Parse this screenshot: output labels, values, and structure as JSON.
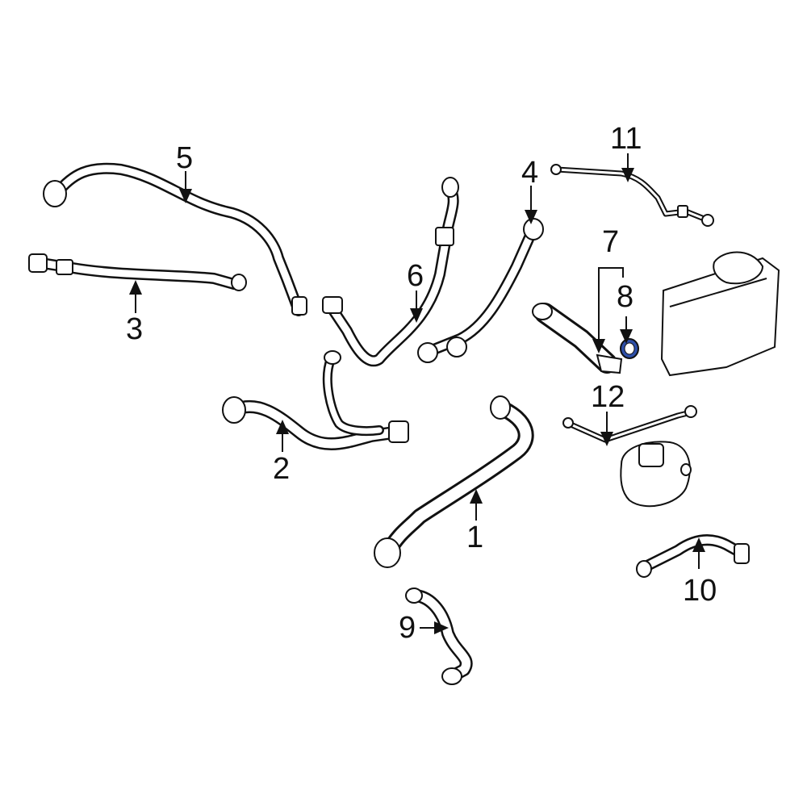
{
  "diagram": {
    "callouts": {
      "c1": "1",
      "c2": "2",
      "c3": "3",
      "c4": "4",
      "c5": "5",
      "c6": "6",
      "c7": "7",
      "c8": "8",
      "c9": "9",
      "c10": "10",
      "c11": "11",
      "c12": "12"
    },
    "colors": {
      "line": "#111111",
      "background": "#ffffff",
      "highlight_part": "#2e4fa8"
    }
  }
}
